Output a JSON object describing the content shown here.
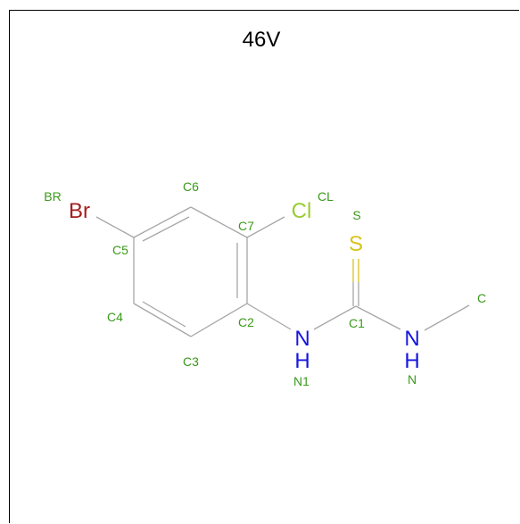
{
  "title": "46V",
  "colors": {
    "bond": "#a6a6a6",
    "carbon_label": "#3a9a1a",
    "bromine": "#a51d1d",
    "chlorine": "#9acd32",
    "sulfur": "#d9c21a",
    "nitrogen": "#1515e0"
  },
  "atoms": {
    "br": {
      "symbol": "Br",
      "label": "BR"
    },
    "cl": {
      "symbol": "Cl",
      "label": "CL"
    },
    "s": {
      "symbol": "S",
      "label": "S"
    },
    "n1": {
      "symbol": "N",
      "h": "H",
      "label": "N1"
    },
    "n": {
      "symbol": "N",
      "h": "H",
      "label": "N"
    }
  },
  "carbon_labels": {
    "c1": "C1",
    "c2": "C2",
    "c3": "C3",
    "c4": "C4",
    "c5": "C5",
    "c6": "C6",
    "c7": "C7",
    "c": "C"
  }
}
